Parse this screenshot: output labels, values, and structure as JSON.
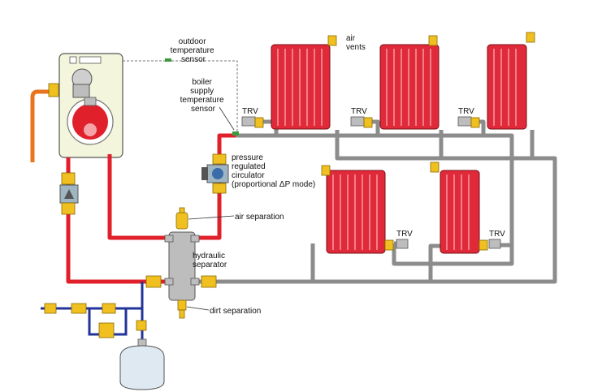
{
  "labels": {
    "outdoor_sensor": [
      "outdoor",
      "temperature",
      "sensor"
    ],
    "air_vents": [
      "air",
      "vents"
    ],
    "boiler_sensor": [
      "boiler",
      "supply",
      "temperature",
      "sensor"
    ],
    "trv": "TRV",
    "circulator": [
      "pressure",
      "regulated",
      "circulator",
      "(proportional ΔP mode)"
    ],
    "air_separation": "air separation",
    "hydraulic_separator": [
      "hydraulic",
      "separator"
    ],
    "dirt_separation": "dirt separation"
  },
  "colors": {
    "supply_pipe": "#e0202a",
    "return_pipe": "#8c8c8c",
    "cold_water_pipe": "#22339a",
    "relief_pipe": "#e8741e",
    "radiator": "#e02a3a",
    "boiler_cabinet": "#f3f5dc",
    "brass": "#f0c020",
    "sensor_green": "#3a9a3a",
    "expansion_tank": "#dfe9f2"
  }
}
